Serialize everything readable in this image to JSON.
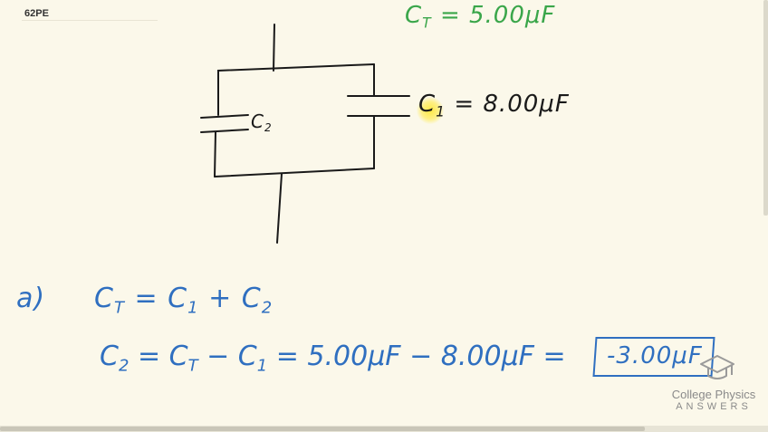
{
  "problem_tag": "62PE",
  "given": {
    "ct_label": "C",
    "ct_sub": "T",
    "ct_value": "= 5.00μF"
  },
  "circuit": {
    "c2_label": "C",
    "c2_sub": "2",
    "c1_label": "C",
    "c1_sub": "1",
    "c1_value": "= 8.00μF"
  },
  "solution": {
    "part_label": "a)",
    "line1": {
      "lhs": "C",
      "lhs_sub": "T",
      "rhs": "= C",
      "rhs_sub1": "1",
      "plus": "+ C",
      "rhs_sub2": "2"
    },
    "line2": {
      "lhs": "C",
      "lhs_sub": "2",
      "eq": "= C",
      "sub_t": "T",
      "minus": "− C",
      "sub_1": "1",
      "rest": "= 5.00μF − 8.00μF =",
      "answer": "-3.00μF"
    }
  },
  "logo": {
    "title": "College Physics",
    "subtitle": "ANSWERS",
    "icon": "graduation-cap-icon"
  },
  "colors": {
    "background": "#fbf8ea",
    "green_ink": "#3aa64a",
    "blue_ink": "#2f6fc0",
    "black_ink": "#1a1a1a",
    "highlight": "#ffe83c"
  }
}
